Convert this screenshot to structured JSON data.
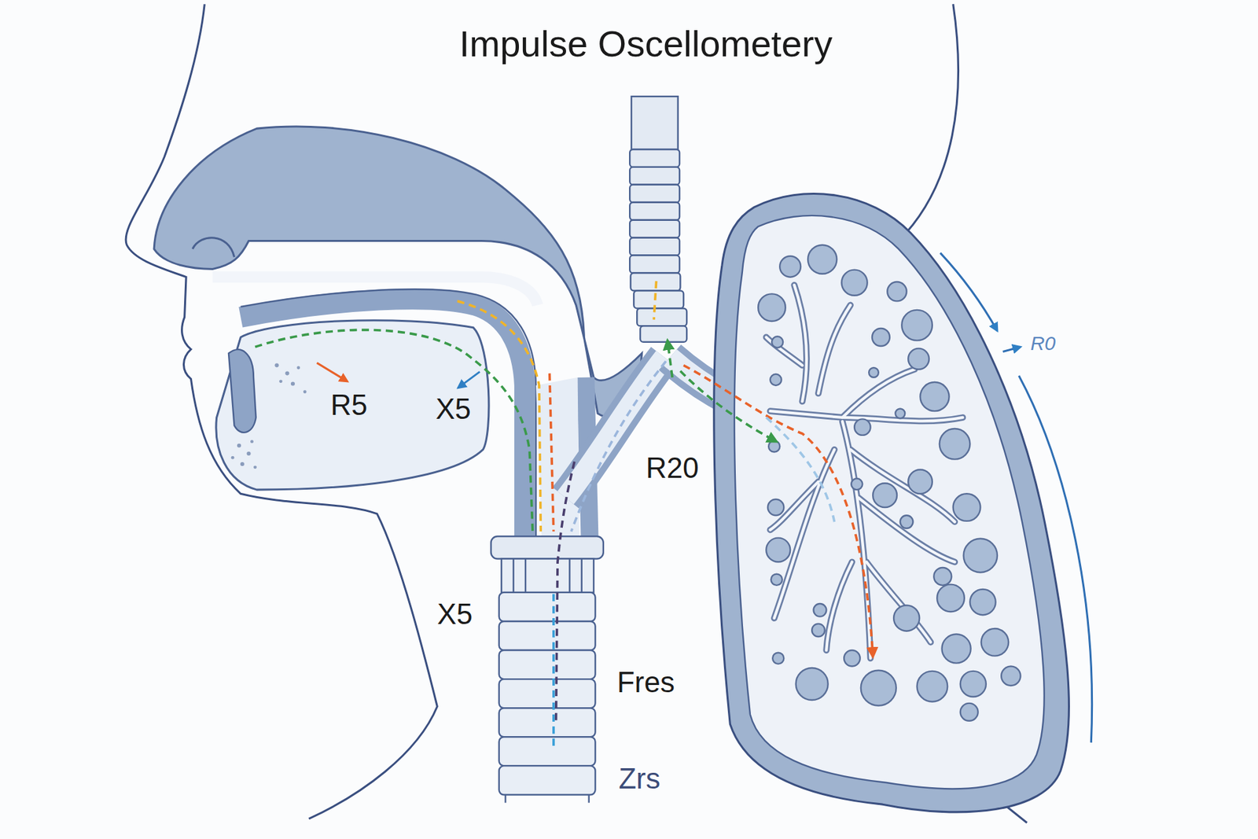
{
  "diagram": {
    "title": "Impulse Oscellometery",
    "labels": [
      "R5",
      "X5",
      "R20",
      "X5",
      "Fres",
      "Zrs",
      "R0"
    ]
  }
}
